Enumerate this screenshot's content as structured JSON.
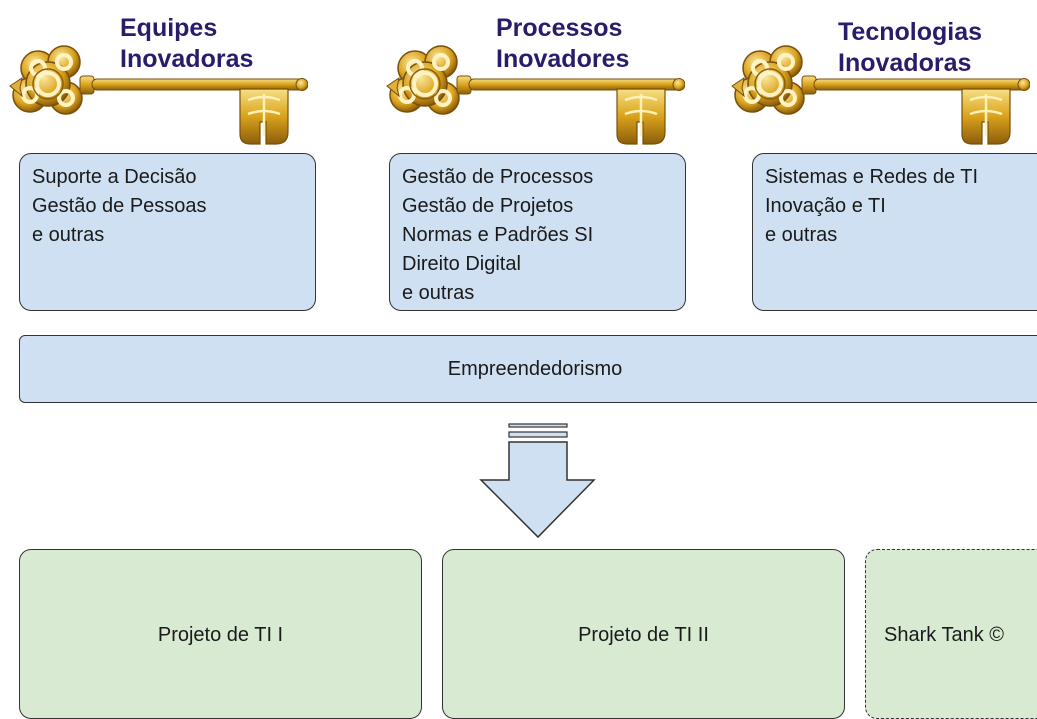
{
  "pillars": [
    {
      "title_line1": "Equipes",
      "title_line2": "Inovadoras",
      "items": [
        "Suporte a Decisão",
        "Gestão de Pessoas",
        "e outras"
      ]
    },
    {
      "title_line1": "Processos",
      "title_line2": "Inovadores",
      "items": [
        "Gestão de Processos",
        "Gestão de Projetos",
        "Normas e Padrões SI",
        "Direito Digital",
        "e outras"
      ]
    },
    {
      "title_line1": "Tecnologias",
      "title_line2": "Inovadoras",
      "items": [
        "Sistemas e Redes de TI",
        "Inovação e TI",
        "e outras"
      ]
    }
  ],
  "foundation": "Empreendedorismo",
  "projects": [
    "Projeto de TI I",
    "Projeto de TI II",
    "Shark Tank ©"
  ],
  "colors": {
    "key_gold": "#d9a21b",
    "title_text": "#2b1b6b",
    "area_fill": "#cfe0f3",
    "project_fill": "#d9ead3",
    "outline": "#333333"
  },
  "icons": [
    "key-icon",
    "down-arrow-icon"
  ]
}
